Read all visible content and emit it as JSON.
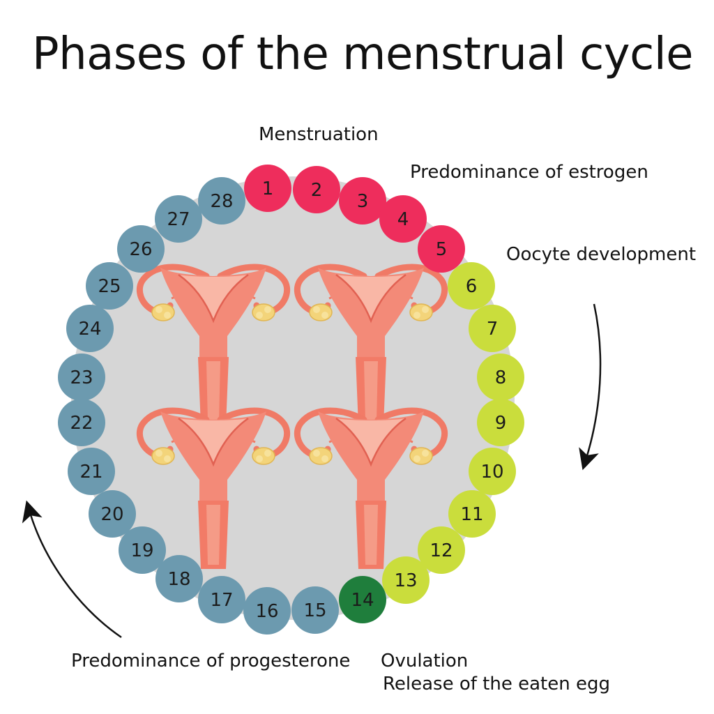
{
  "title": "Phases of the menstrual cycle",
  "labels": {
    "menstruation": "Menstruation",
    "estrogen": "Predominance of estrogen",
    "oocyte": "Oocyte development",
    "progesterone": "Predominance of progesterone",
    "ovulation": "Ovulation",
    "release": "Release of the eaten egg"
  },
  "phase_colors": {
    "menstruation": "#ee2d5c",
    "follicular": "#cadd3c",
    "ovulation": "#1f7e3c",
    "luteal": "#6c9aaf",
    "background_disc": "#d6d6d6"
  },
  "days": [
    {
      "n": "1",
      "phase": "menstruation"
    },
    {
      "n": "2",
      "phase": "menstruation"
    },
    {
      "n": "3",
      "phase": "menstruation"
    },
    {
      "n": "4",
      "phase": "menstruation"
    },
    {
      "n": "5",
      "phase": "menstruation"
    },
    {
      "n": "6",
      "phase": "follicular"
    },
    {
      "n": "7",
      "phase": "follicular"
    },
    {
      "n": "8",
      "phase": "follicular"
    },
    {
      "n": "9",
      "phase": "follicular"
    },
    {
      "n": "10",
      "phase": "follicular"
    },
    {
      "n": "11",
      "phase": "follicular"
    },
    {
      "n": "12",
      "phase": "follicular"
    },
    {
      "n": "13",
      "phase": "follicular"
    },
    {
      "n": "14",
      "phase": "ovulation"
    },
    {
      "n": "15",
      "phase": "luteal"
    },
    {
      "n": "16",
      "phase": "luteal"
    },
    {
      "n": "17",
      "phase": "luteal"
    },
    {
      "n": "18",
      "phase": "luteal"
    },
    {
      "n": "19",
      "phase": "luteal"
    },
    {
      "n": "20",
      "phase": "luteal"
    },
    {
      "n": "21",
      "phase": "luteal"
    },
    {
      "n": "22",
      "phase": "luteal"
    },
    {
      "n": "23",
      "phase": "luteal"
    },
    {
      "n": "24",
      "phase": "luteal"
    },
    {
      "n": "25",
      "phase": "luteal"
    },
    {
      "n": "26",
      "phase": "luteal"
    },
    {
      "n": "27",
      "phase": "luteal"
    },
    {
      "n": "28",
      "phase": "luteal"
    }
  ],
  "uterus_illustrations": [
    "uterus-icon",
    "uterus-icon",
    "uterus-icon",
    "uterus-icon"
  ]
}
